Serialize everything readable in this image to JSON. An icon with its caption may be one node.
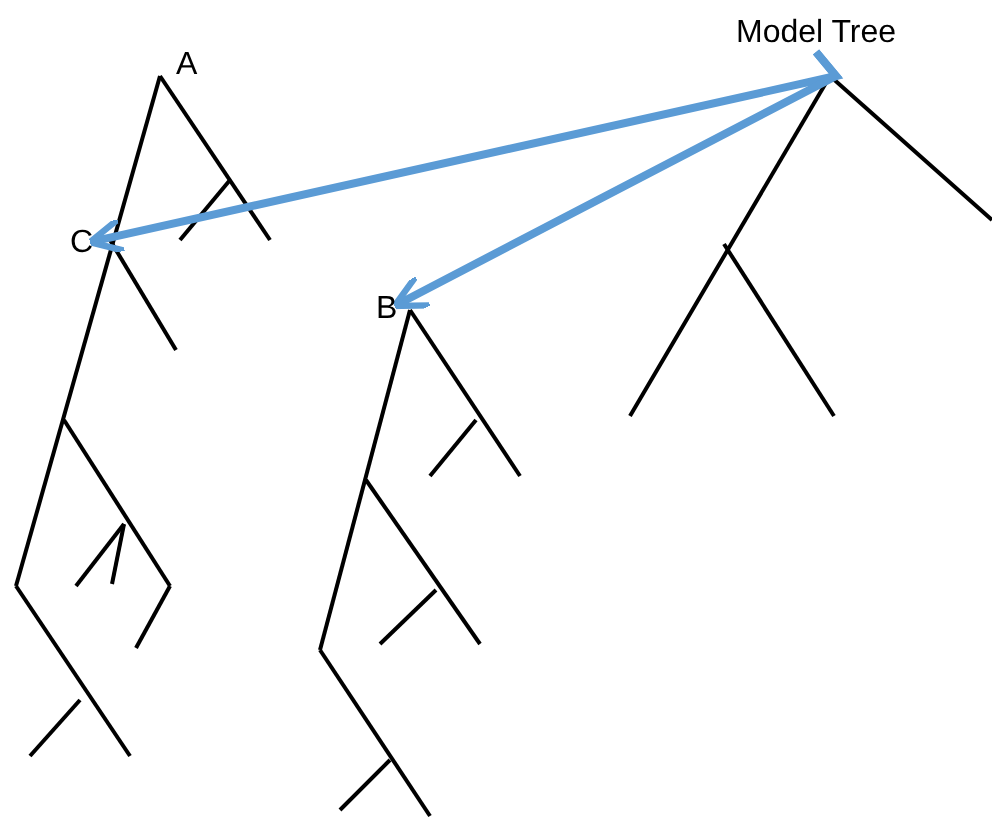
{
  "diagram": {
    "nodes": [
      {
        "text": [
          "Model Tree"
        ]
      },
      {
        "text": [
          "A"
        ]
      },
      {
        "text": [
          "C"
        ]
      },
      {
        "text": [
          "B"
        ]
      }
    ],
    "edges": [
      {
        "from": 0,
        "to": 2,
        "arrow": "to",
        "color": "#5b9bd5"
      },
      {
        "from": 0,
        "to": 3,
        "arrow": "to",
        "color": "#5b9bd5"
      }
    ]
  }
}
